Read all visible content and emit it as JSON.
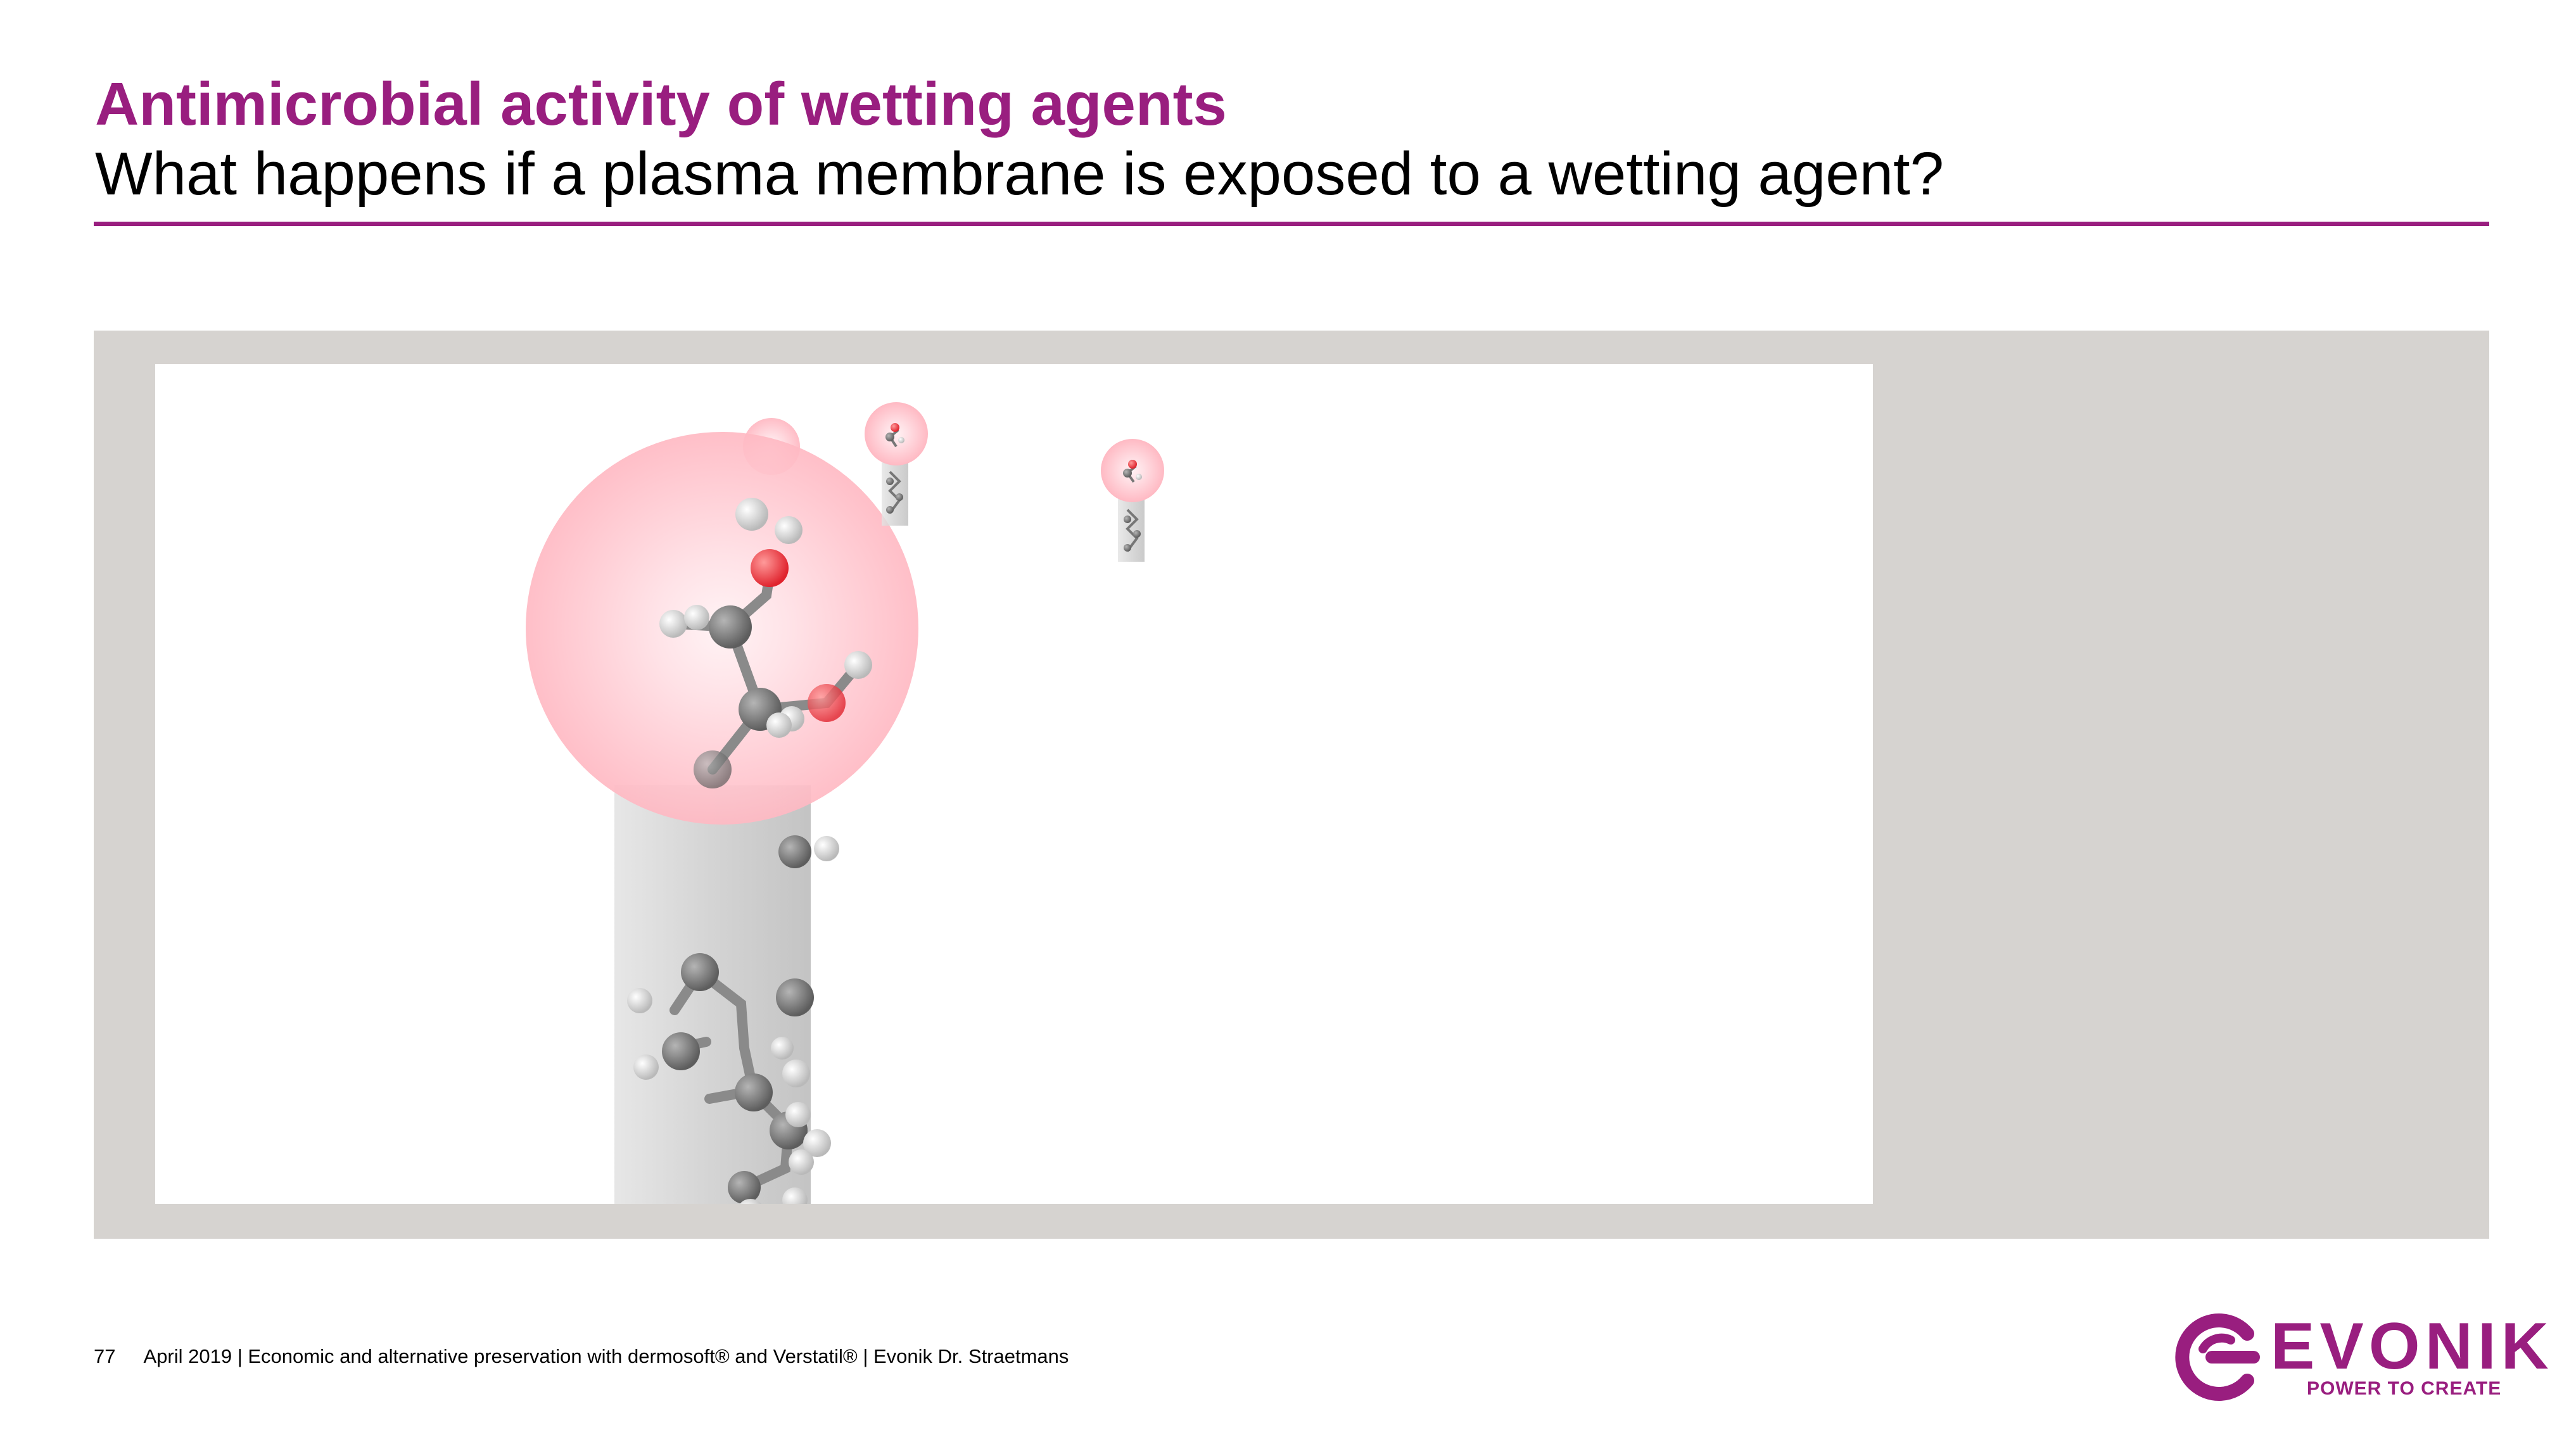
{
  "colors": {
    "brand": "#991e7f",
    "panel": "#d6d3d0"
  },
  "slide": {
    "title": "Antimicrobial activity of wetting agents",
    "subtitle": "What happens if a plasma membrane is exposed to a wetting agent?"
  },
  "footer": {
    "page_number": "77",
    "text": "April 2019  |  Economic and alternative preservation with dermosoft® and Verstatil®  |  Evonik Dr. Straetmans"
  },
  "logo": {
    "name": "EVONIK",
    "tagline": "POWER TO CREATE",
    "icon": "evonik-e-icon"
  }
}
